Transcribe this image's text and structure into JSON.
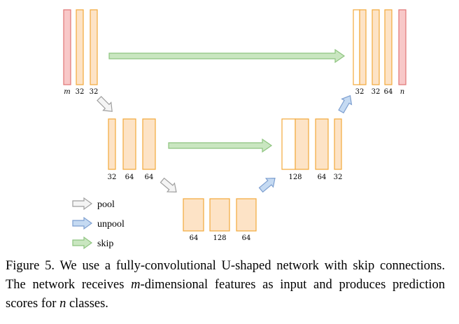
{
  "colors": {
    "io_fill": "#f8c8c8",
    "io_stroke": "#e07575",
    "feat_fill": "#fde3c6",
    "feat_stroke": "#f2a93b",
    "pool_fill": "#f4f4f4",
    "pool_stroke": "#9e9e9e",
    "unpool_fill": "#c5daf2",
    "unpool_stroke": "#7d9fd0",
    "skip_fill": "#c9e6c0",
    "skip_stroke": "#8ec47f"
  },
  "diagram": {
    "level1_left_labels": [
      "m",
      "32",
      "32"
    ],
    "level1_right_labels": [
      "32",
      "32",
      "64",
      "n"
    ],
    "level2_left_labels": [
      "32",
      "64",
      "64"
    ],
    "level2_right_labels": [
      "128",
      "64",
      "32"
    ],
    "level3_labels": [
      "64",
      "128",
      "64"
    ]
  },
  "legend": {
    "pool": "pool",
    "unpool": "unpool",
    "skip": "skip"
  },
  "caption": {
    "label": "Figure 5.",
    "text": " We use a fully-convolutional U-shaped network with skip connections. The network receives ",
    "var_m": "m",
    "text2": "-dimensional features as input and produces prediction scores for ",
    "var_n": "n",
    "text3": " classes."
  }
}
